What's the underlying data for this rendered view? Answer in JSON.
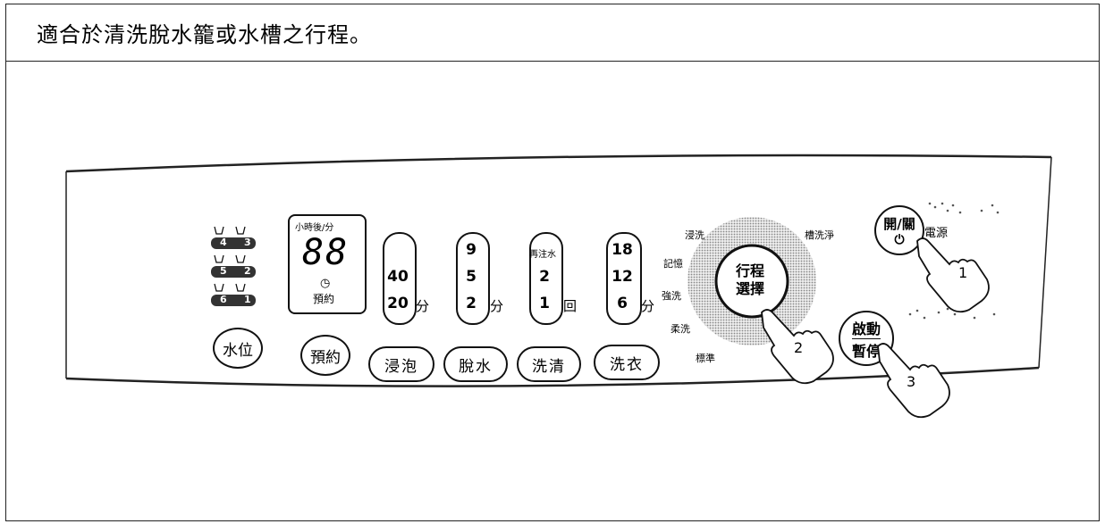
{
  "header": {
    "text": "適合於清洗脫水籠或水槽之行程。"
  },
  "water_level": {
    "levels": [
      "4",
      "3",
      "5",
      "2",
      "6",
      "1"
    ],
    "button": "水位"
  },
  "reserve": {
    "label_top": "小時後/分",
    "display": "88",
    "clock_label": "預約",
    "button": "預約"
  },
  "soak": {
    "values": [
      "40",
      "20"
    ],
    "unit": "分",
    "button": "浸泡"
  },
  "spin": {
    "values": [
      "9",
      "5",
      "2"
    ],
    "unit": "分",
    "button": "脫水"
  },
  "rinse": {
    "note": "再注水",
    "values": [
      "2",
      "1"
    ],
    "unit": "回",
    "button": "洗清"
  },
  "wash": {
    "values": [
      "18",
      "12",
      "6"
    ],
    "unit": "分",
    "button": "洗衣"
  },
  "program": {
    "knob_label_1": "行程",
    "knob_label_2": "選擇",
    "modes": {
      "soak": "浸洗",
      "memory": "記憶",
      "strong": "強洗",
      "gentle": "柔洗",
      "standard": "標準",
      "tub_clean": "槽洗淨"
    }
  },
  "power": {
    "label": "開/關",
    "side_label": "電源"
  },
  "start": {
    "label_1": "啟動",
    "label_2": "暫停"
  },
  "callouts": [
    "1",
    "2",
    "3"
  ]
}
